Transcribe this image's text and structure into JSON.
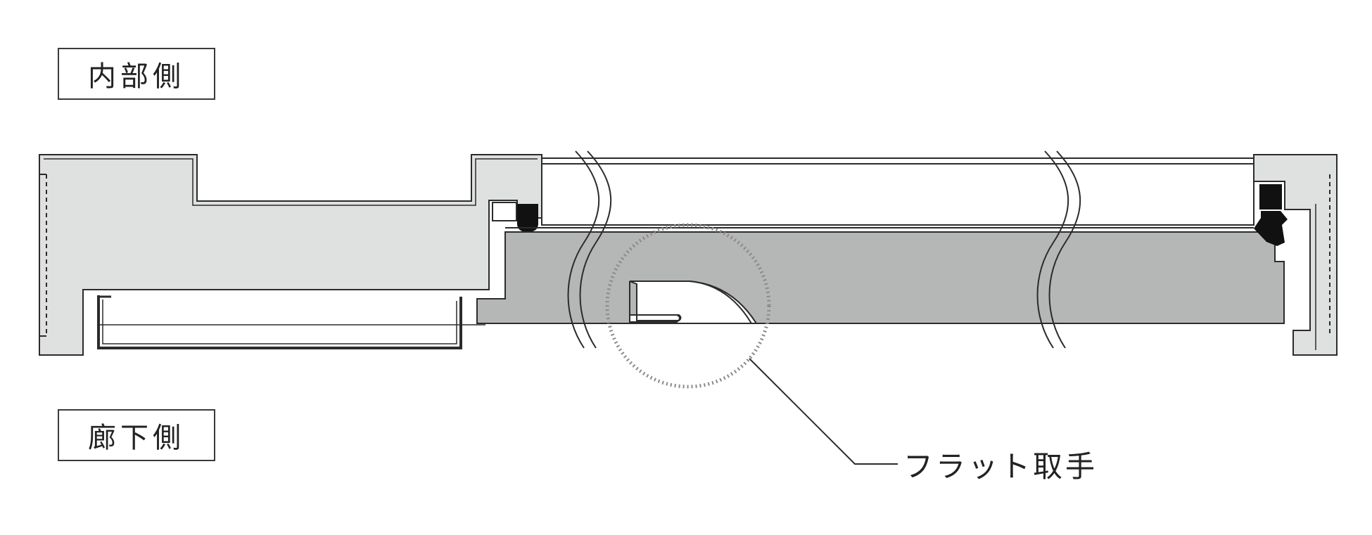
{
  "labels": {
    "inside_side": "内部側",
    "corridor_side": "廊下側",
    "flat_handle": "フラット取手"
  },
  "colors": {
    "frame_fill": "#dfe0e0",
    "door_fill": "#b5b6b6",
    "stroke": "#2b2b2b",
    "gasket": "#111111",
    "dotted_circle": "#8a8a8a"
  }
}
